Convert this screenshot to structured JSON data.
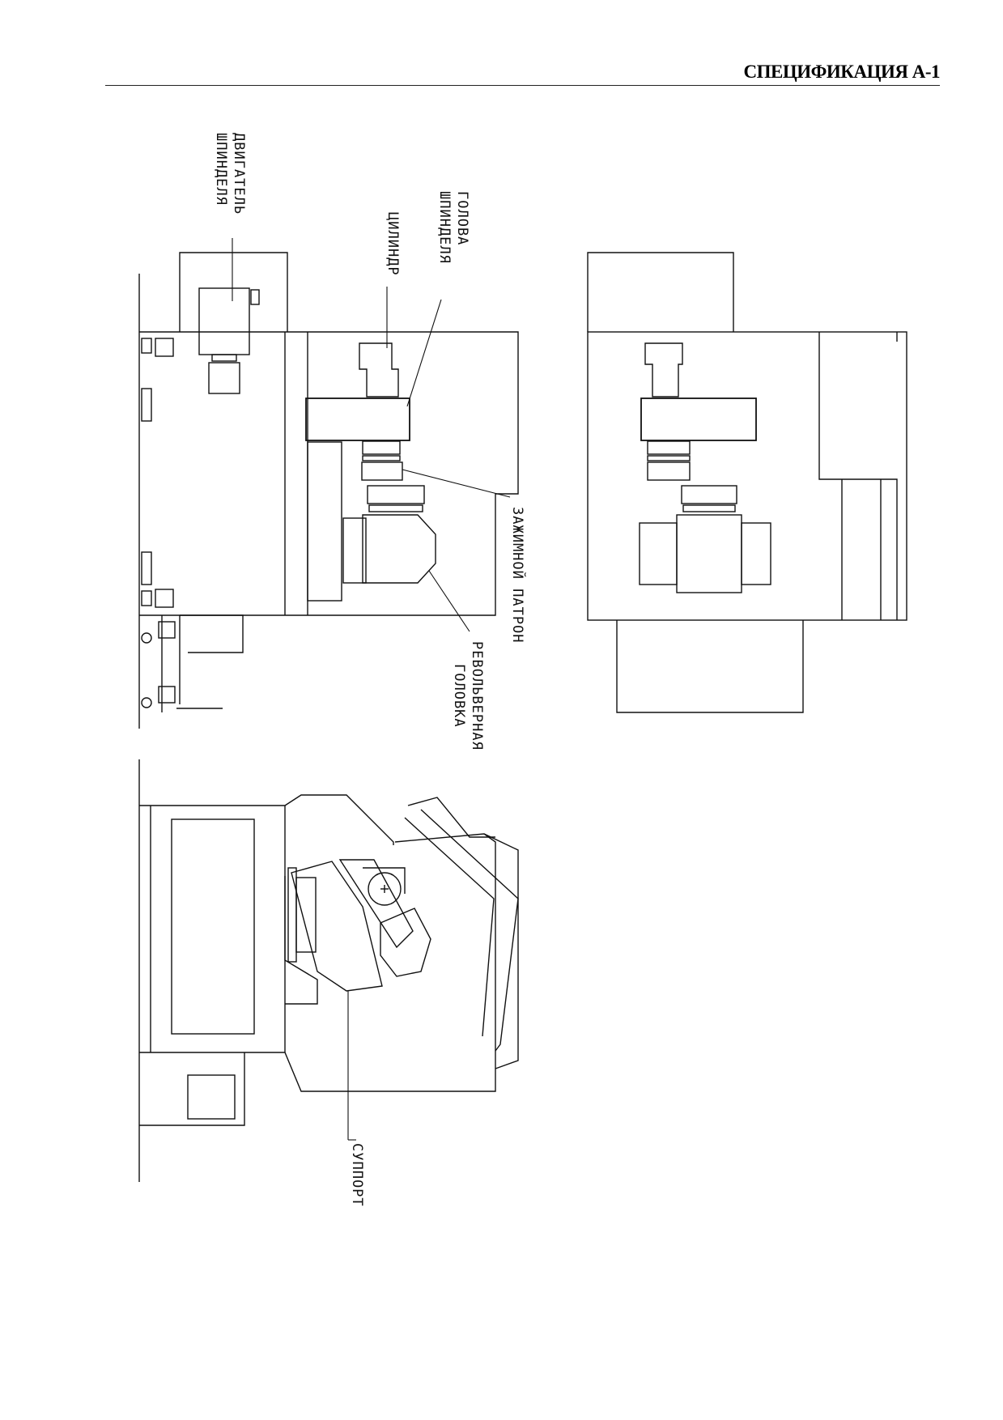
{
  "header": {
    "title": "СПЕЦИФИКАЦИЯ А-1"
  },
  "labels": {
    "spindle_motor_l1": "ДВИГАТЕЛЬ",
    "spindle_motor_l2": "ШПИНДЕЛЯ",
    "spindle_head_l1": "ГОЛОВА",
    "spindle_head_l2": "ШПИНДЕЛЯ",
    "cylinder": "ЦИЛИНДР",
    "chuck": "ЗАЖИМНОЙ ПАТРОН",
    "turret_l1": "РЕВОЛЬВЕРНАЯ",
    "turret_l2": "ГОЛОВКА",
    "carriage": "СУППОРТ"
  }
}
